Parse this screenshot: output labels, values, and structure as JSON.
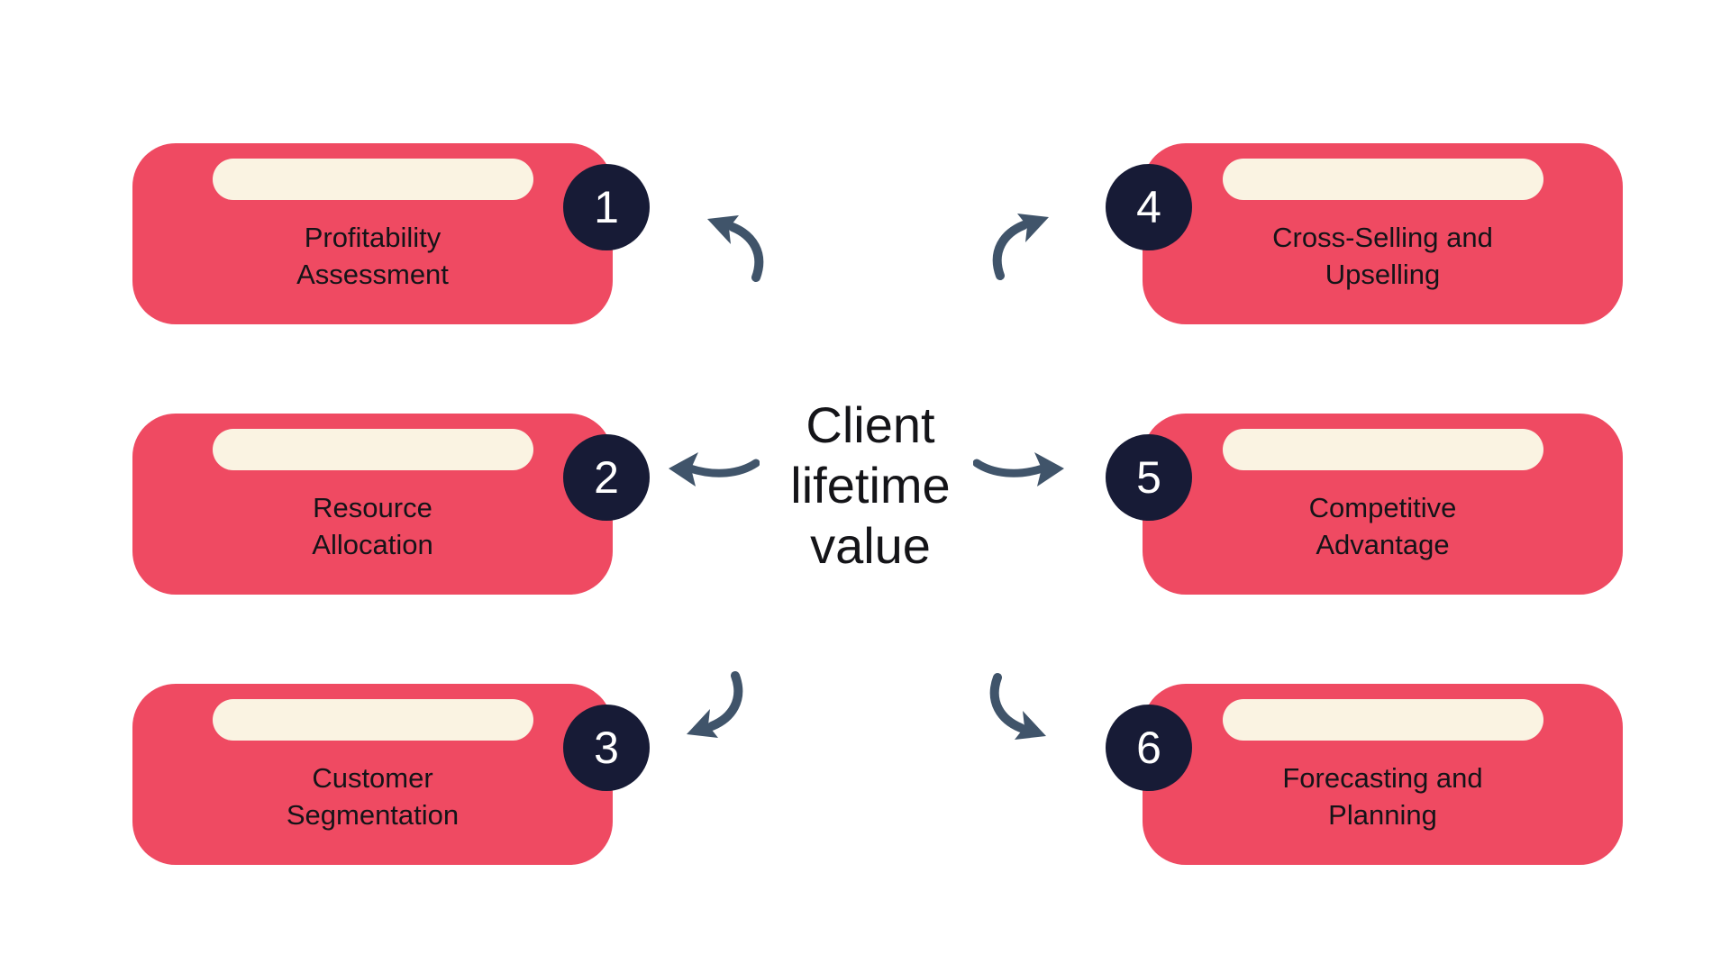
{
  "title": {
    "text": "Client lifetime value",
    "lines": [
      "Client",
      "lifetime",
      "value"
    ]
  },
  "nodes": [
    {
      "number": "1",
      "line1": "Profitability",
      "line2": "Assessment"
    },
    {
      "number": "2",
      "line1": "Resource",
      "line2": "Allocation"
    },
    {
      "number": "3",
      "line1": "Customer",
      "line2": "Segmentation"
    },
    {
      "number": "4",
      "line1": "Cross-Selling and",
      "line2": "Upselling"
    },
    {
      "number": "5",
      "line1": "Competitive",
      "line2": "Advantage"
    },
    {
      "number": "6",
      "line1": "Forecasting and",
      "line2": "Planning"
    }
  ],
  "colors": {
    "background": "#FFFFFF",
    "box": "#EF4A62",
    "pill": "#FAF3E2",
    "badge": "#171B36",
    "badge_text": "#FFFFFF",
    "arrow": "#40546A",
    "text": "#141418"
  }
}
